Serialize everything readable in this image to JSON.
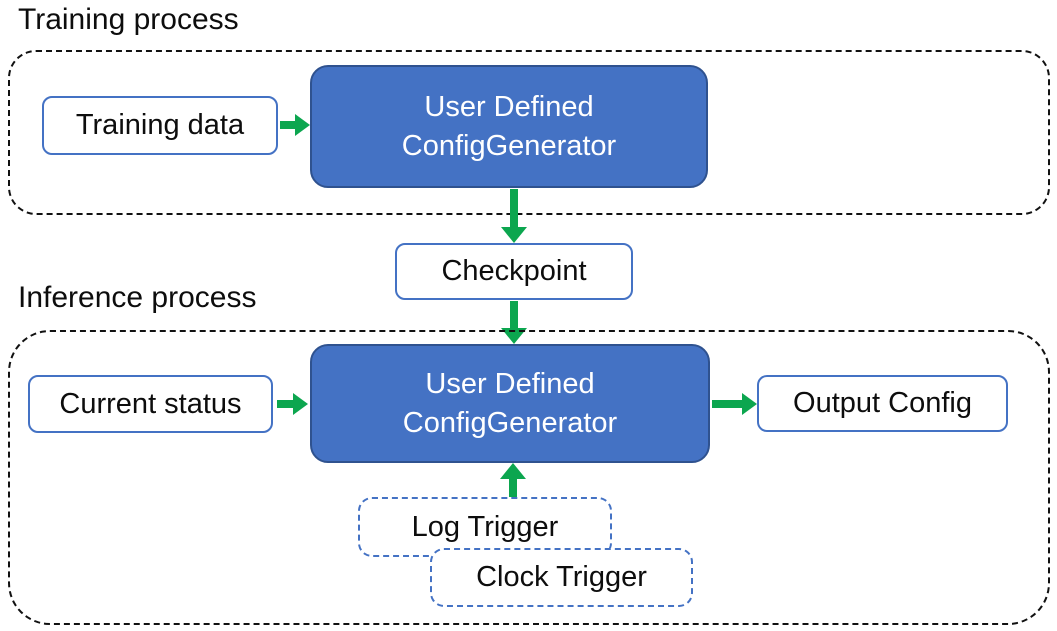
{
  "colors": {
    "fill_blue": "#4472C4",
    "border_blue_dark": "#2F528F",
    "outline_blue": "#4472C4",
    "arrow_green": "#0CA64F",
    "dash_black": "#111111",
    "text_dark": "#0d0d0d",
    "text_light": "#ffffff"
  },
  "training": {
    "title": "Training process",
    "input_box": "Training data",
    "generator_line1": "User Defined",
    "generator_line2": "ConfigGenerator"
  },
  "checkpoint": {
    "label": "Checkpoint"
  },
  "inference": {
    "title": "Inference process",
    "input_box": "Current status",
    "generator_line1": "User Defined",
    "generator_line2": "ConfigGenerator",
    "output_box": "Output Config",
    "trigger_log": "Log Trigger",
    "trigger_clock": "Clock Trigger"
  }
}
